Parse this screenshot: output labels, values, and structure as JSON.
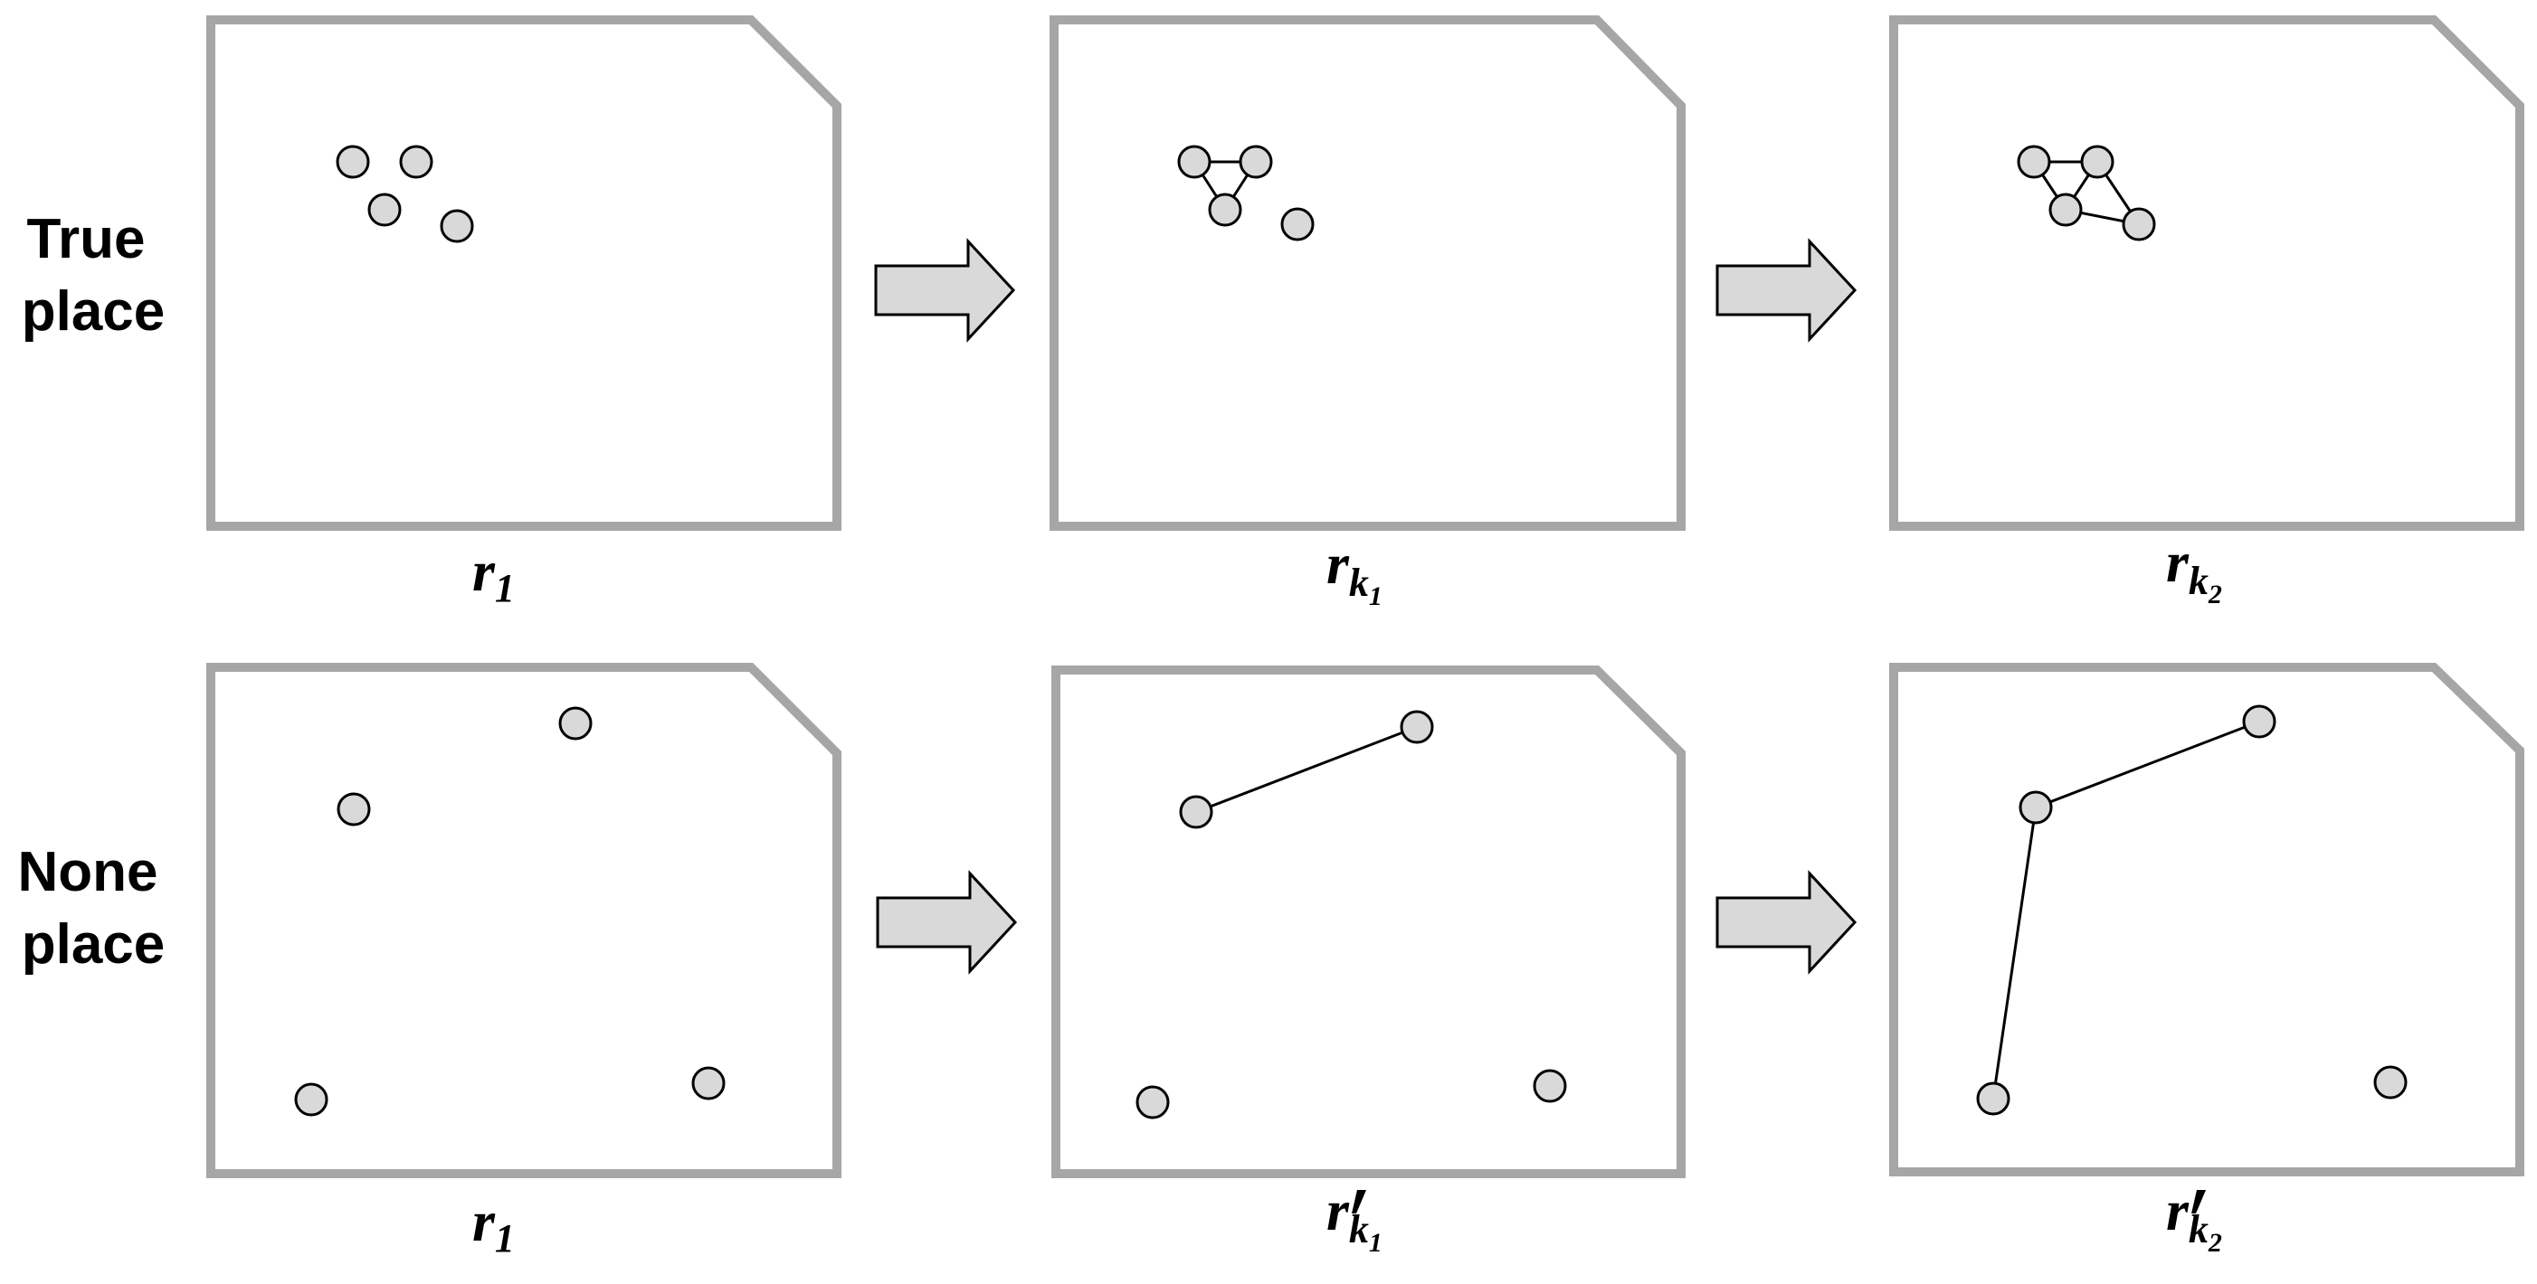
{
  "rows": [
    {
      "label_line1": "True",
      "label_line2": "place",
      "panels": [
        {
          "label": {
            "base": "r",
            "sub": "1",
            "prime": false,
            "subsub": ""
          }
        },
        {
          "label": {
            "base": "r",
            "sub": "k",
            "prime": false,
            "subsub": "1"
          }
        },
        {
          "label": {
            "base": "r",
            "sub": "k",
            "prime": false,
            "subsub": "2"
          }
        }
      ]
    },
    {
      "label_line1": "None",
      "label_line2": "place",
      "panels": [
        {
          "label": {
            "base": "r",
            "sub": "1",
            "prime": false,
            "subsub": ""
          }
        },
        {
          "label": {
            "base": "r",
            "sub": "k",
            "prime": true,
            "subsub": "1"
          }
        },
        {
          "label": {
            "base": "r",
            "sub": "k",
            "prime": true,
            "subsub": "2"
          }
        }
      ]
    }
  ],
  "colors": {
    "frame": "#a6a6a6",
    "node_fill": "#d9d9d9",
    "node_stroke": "#000000",
    "edge": "#000000",
    "arrow_fill": "#d9d9d9",
    "arrow_stroke": "#000000",
    "text": "#000000"
  }
}
